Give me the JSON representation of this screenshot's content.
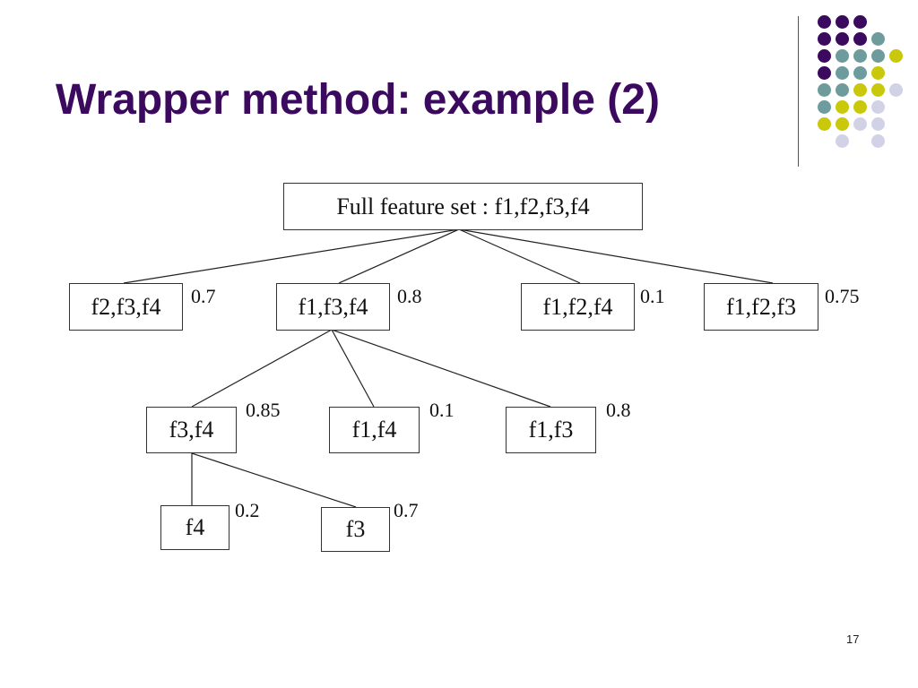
{
  "slide": {
    "title": "Wrapper method: example (2)",
    "page_number": "17",
    "title_color": "#3b0a5e"
  },
  "decoration": {
    "dot_colors": {
      "purple": "#3b0a5e",
      "teal": "#6e9c9c",
      "yellow": "#c9c80a",
      "lavender": "#d2d2e6"
    }
  },
  "tree": {
    "root": {
      "label": "Full feature set : f1,f2,f3,f4"
    },
    "level1": [
      {
        "label": "f2,f3,f4",
        "score": "0.7"
      },
      {
        "label": "f1,f3,f4",
        "score": "0.8"
      },
      {
        "label": "f1,f2,f4",
        "score": "0.1"
      },
      {
        "label": "f1,f2,f3",
        "score": "0.75"
      }
    ],
    "level2": [
      {
        "label": "f3,f4",
        "score": "0.85"
      },
      {
        "label": "f1,f4",
        "score": "0.1"
      },
      {
        "label": "f1,f3",
        "score": "0.8"
      }
    ],
    "level3": [
      {
        "label": "f4",
        "score": "0.2"
      },
      {
        "label": "f3",
        "score": "0.7"
      }
    ]
  }
}
